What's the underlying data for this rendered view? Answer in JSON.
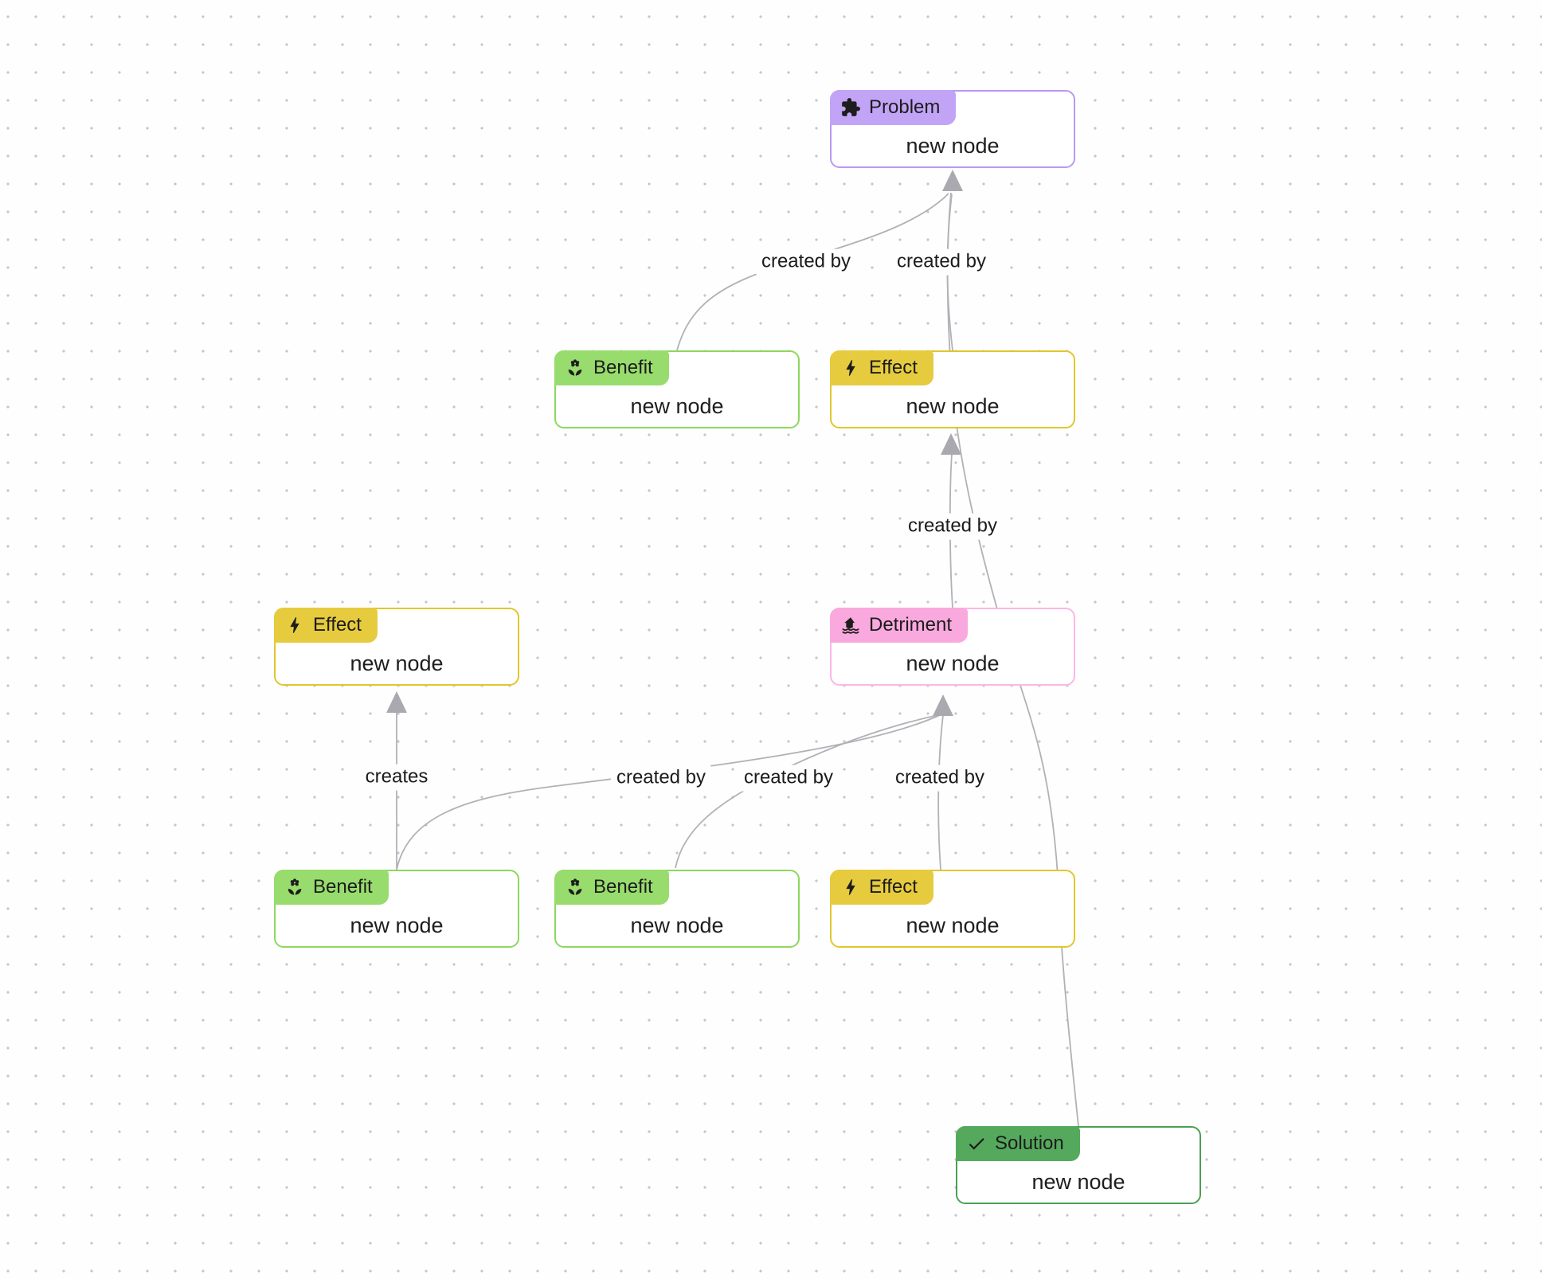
{
  "theme": {
    "canvas_bg": "#fefefe",
    "grid_dot_color": "#c6c6c6",
    "edge_color": "#b1b1b7",
    "arrow_color": "#a9a9af",
    "node_body_bg": "#ffffff",
    "text_color": "#1e1e1e"
  },
  "nodes": [
    {
      "type": "Problem",
      "title": "new node",
      "icon": "puzzle-icon",
      "accent": "#bb97f3",
      "badge_bg": "#c2a4f6"
    },
    {
      "type": "Benefit",
      "title": "new node",
      "icon": "flower-icon",
      "accent": "#8ed75e",
      "badge_bg": "#98dc6d"
    },
    {
      "type": "Effect",
      "title": "new node",
      "icon": "bolt-icon",
      "accent": "#e2c62c",
      "badge_bg": "#e6cb3e"
    },
    {
      "type": "Effect",
      "title": "new node",
      "icon": "bolt-icon",
      "accent": "#e2c62c",
      "badge_bg": "#e6cb3e"
    },
    {
      "type": "Detriment",
      "title": "new node",
      "icon": "flood-icon",
      "accent": "#fbb7e5",
      "badge_bg": "#f9a9dd"
    },
    {
      "type": "Benefit",
      "title": "new node",
      "icon": "flower-icon",
      "accent": "#8ed75e",
      "badge_bg": "#98dc6d"
    },
    {
      "type": "Benefit",
      "title": "new node",
      "icon": "flower-icon",
      "accent": "#8ed75e",
      "badge_bg": "#98dc6d"
    },
    {
      "type": "Effect",
      "title": "new node",
      "icon": "bolt-icon",
      "accent": "#e2c62c",
      "badge_bg": "#e6cb3e"
    },
    {
      "type": "Solution",
      "title": "new node",
      "icon": "check-icon",
      "accent": "#4ba050",
      "badge_bg": "#55a95c"
    }
  ],
  "edges": [
    {
      "label": "created by",
      "from": "Benefit (middle)",
      "to": "Problem"
    },
    {
      "label": "created by",
      "from": "Effect (middle)",
      "to": "Problem"
    },
    {
      "label": "created by",
      "from": "Detriment",
      "to": "Effect (middle)"
    },
    {
      "label": "creates",
      "from": "Benefit (bottom left)",
      "to": "Effect (left)"
    },
    {
      "label": "created by",
      "from": "Benefit (bottom left)",
      "to": "Detriment"
    },
    {
      "label": "created by",
      "from": "Benefit (bottom middle)",
      "to": "Detriment"
    },
    {
      "label": "created by",
      "from": "Effect (bottom)",
      "to": "Detriment"
    },
    {
      "label": "",
      "from": "Solution",
      "to": "Problem"
    }
  ]
}
